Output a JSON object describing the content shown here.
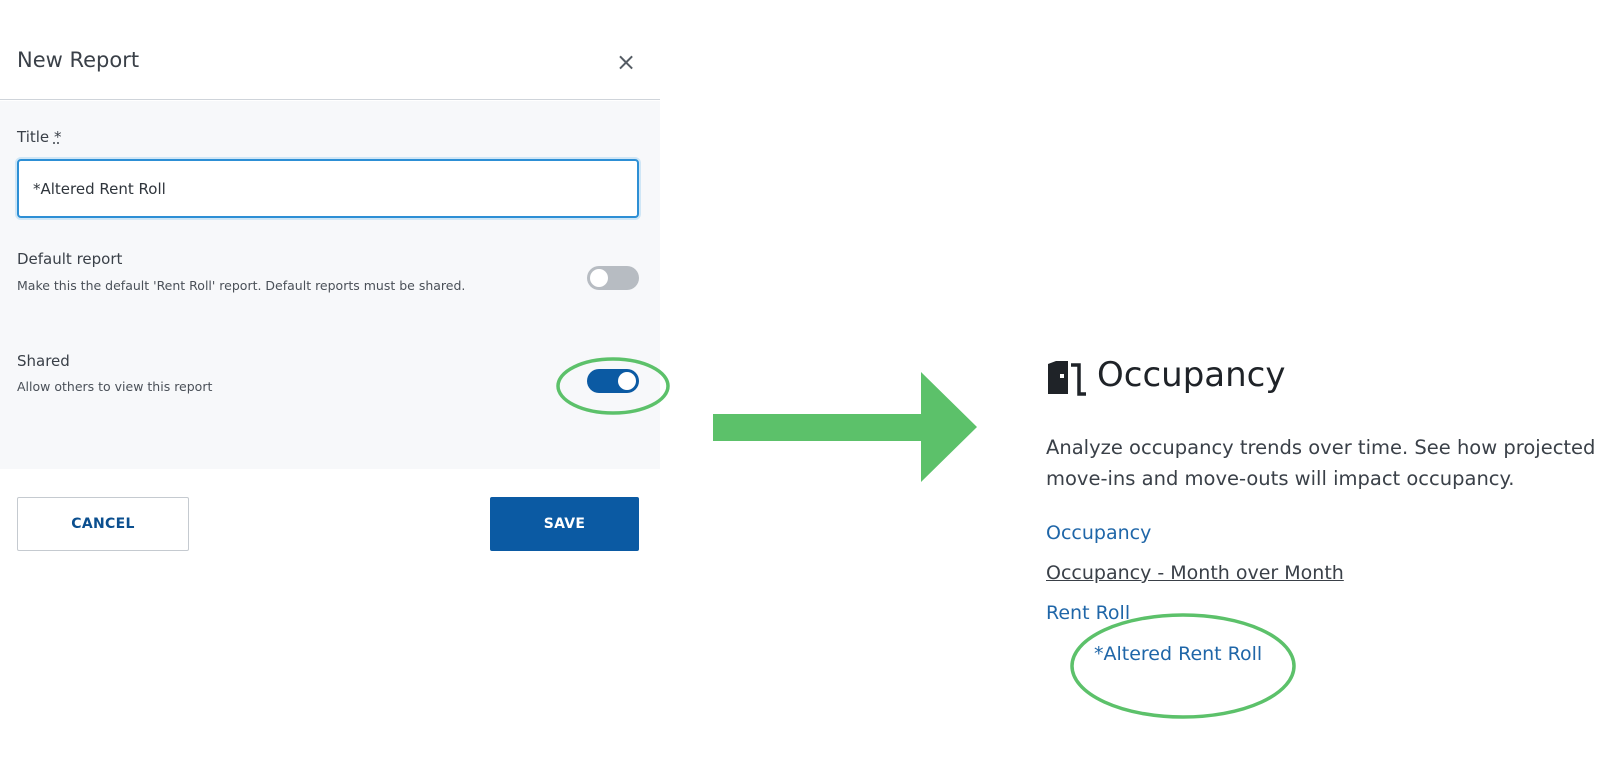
{
  "modal": {
    "title": "New Report",
    "close_glyph": "×",
    "title_field": {
      "label": "Title",
      "required_marker": "*",
      "value": "*Altered Rent Roll"
    },
    "default_report": {
      "label": "Default report",
      "help": "Make this the default 'Rent Roll' report. Default reports must be shared.",
      "enabled": false
    },
    "shared": {
      "label": "Shared",
      "help": "Allow others to view this report",
      "enabled": true
    },
    "cancel_label": "CANCEL",
    "save_label": "SAVE"
  },
  "panel": {
    "icon": "door-icon",
    "title": "Occupancy",
    "description": "Analyze occupancy trends over time. See how projected move-ins and move-outs will impact occupancy.",
    "links": [
      {
        "label": "Occupancy"
      },
      {
        "label": "Occupancy - Month over Month"
      },
      {
        "label": "Rent Roll"
      },
      {
        "label": "*Altered Rent Roll"
      }
    ]
  },
  "colors": {
    "accent": "#0b5aa3",
    "link": "#1f66a8",
    "annotation": "#5cc16a",
    "input_border": "#2d8fd5"
  }
}
